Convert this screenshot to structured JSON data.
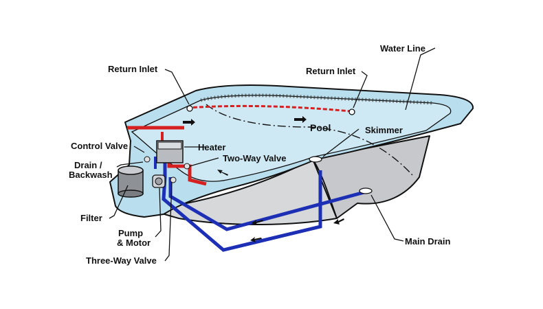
{
  "labels": {
    "water_line": "Water Line",
    "return_inlet_left": "Return Inlet",
    "return_inlet_right": "Return Inlet",
    "pool": "Pool",
    "skimmer": "Skimmer",
    "control_valve": "Control Valve",
    "heater": "Heater",
    "drain_backwash_line1": "Drain /",
    "drain_backwash_line2": "Backwash",
    "two_way_valve": "Two-Way Valve",
    "filter": "Filter",
    "pump_motor_line1": "Pump",
    "pump_motor_line2": "& Motor",
    "three_way_valve": "Three-Way Valve",
    "main_drain": "Main Drain"
  },
  "colors": {
    "water": "#cfe9f4",
    "deck": "#b9deed",
    "pool_wall": "#c6c8cb",
    "return_pipe": "#d62020",
    "suction_pipe": "#1c2fb5",
    "filter_tank": "#8e9196",
    "outline": "#111111"
  }
}
